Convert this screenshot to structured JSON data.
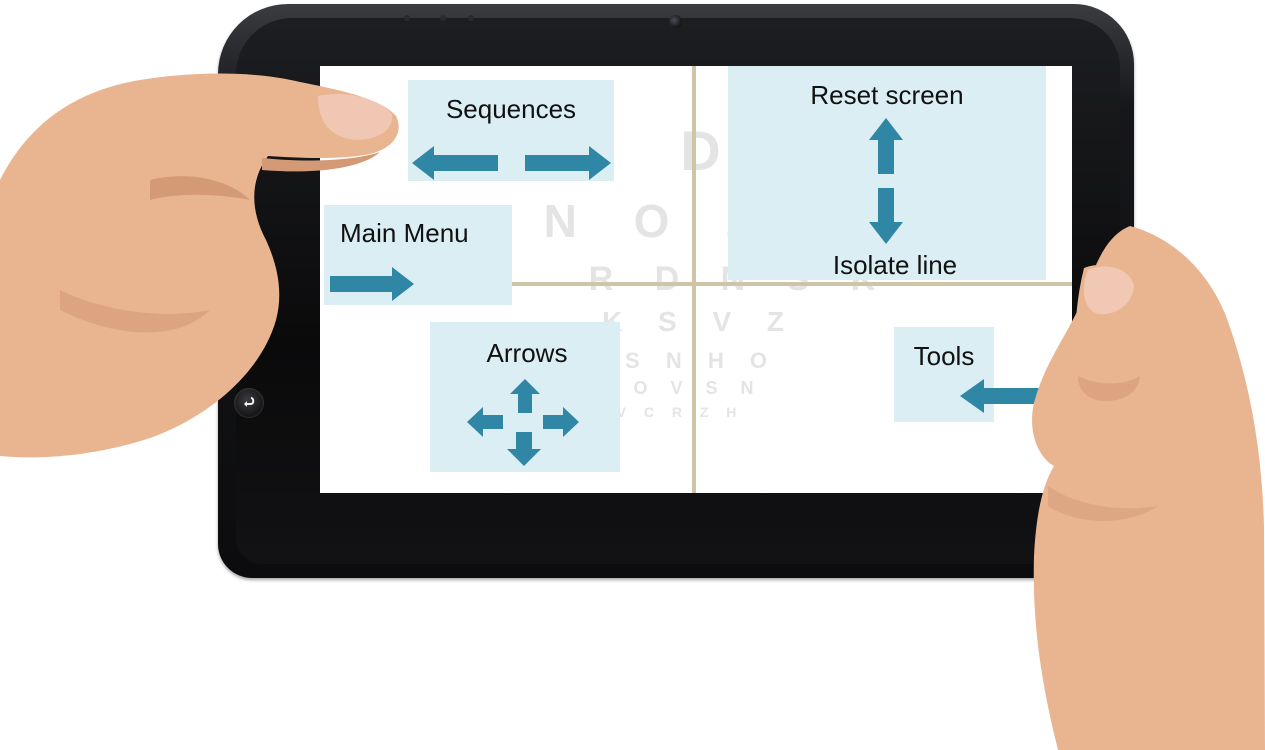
{
  "screen": {
    "eye_chart_lines": [
      "S D",
      "N O Z",
      "R D N S K",
      "K S V Z",
      "K S N H O",
      "H O V S N",
      "V C R Z H"
    ]
  },
  "zones": {
    "sequences": {
      "label": "Sequences"
    },
    "main_menu": {
      "label": "Main Menu"
    },
    "reset_isolate": {
      "top_label": "Reset screen",
      "bottom_label": "Isolate line"
    },
    "arrows": {
      "label": "Arrows"
    },
    "tools": {
      "label": "Tools"
    }
  },
  "colors": {
    "panel": "#daeef4",
    "arrow": "#2f87a5",
    "divider": "#cfc4a5",
    "bezel": "#0c0c0e",
    "skin": "#e9b591"
  },
  "icons": {
    "tablet_home": "home-icon",
    "tablet_back": "back-icon"
  }
}
